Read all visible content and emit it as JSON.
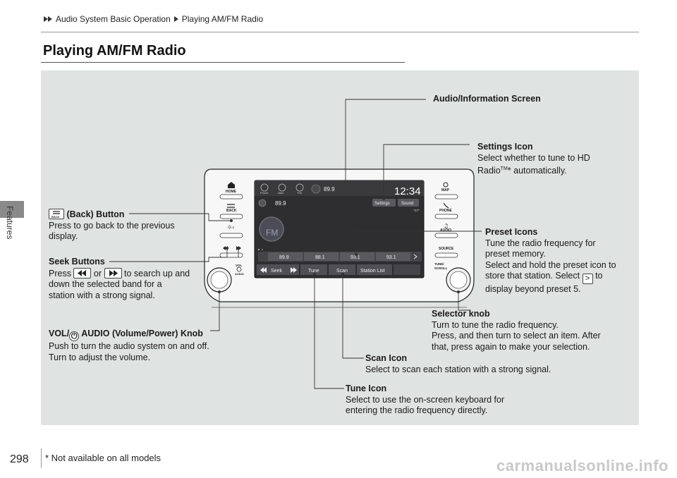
{
  "breadcrumb": {
    "part1": "Audio System Basic Operation",
    "part2": "Playing AM/FM Radio"
  },
  "side_label": "Features",
  "page_title": "Playing AM/FM Radio",
  "page_number": "298",
  "footnote": "* Not available on all models",
  "watermark": "carmanualsonline.info",
  "screen": {
    "status_freq": "89.9",
    "clock": "12:34",
    "station": "89.9",
    "band": "FM",
    "st_label": "\"ST\"",
    "top_icons": [
      "Phone",
      "Navi",
      "FM"
    ],
    "settings_label": "Settings",
    "sound_label": "Sound",
    "presets": [
      "89.9",
      "88.1",
      "93.1",
      "93.1"
    ],
    "bottom": {
      "seek": "Seek",
      "tune": "Tune",
      "scan": "Scan",
      "station_list": "Station List"
    }
  },
  "unit_labels": {
    "home": "HOME",
    "back": "BACK",
    "map": "MAP",
    "phone": "PHONE",
    "audio": "AUDIO",
    "source": "SOURCE",
    "tune_scroll_1": "TUNE/",
    "tune_scroll_2": "SCROLL",
    "vol_1": "VOL",
    "vol_2": "AUDIO"
  },
  "annotations": {
    "audio_screen": {
      "title": "Audio/Information Screen"
    },
    "settings_icon": {
      "title": "Settings Icon",
      "line1": "Select whether to tune to HD",
      "line2_pre": "Radio",
      "tm": "TM",
      "line2_post": "* automatically."
    },
    "back_button": {
      "title": "(Back) Button",
      "line1": "Press to go back to the previous",
      "line2": "display."
    },
    "preset_icons": {
      "title": "Preset Icons",
      "line1": "Tune the radio frequency for",
      "line2": "preset memory.",
      "line3": "Select and hold the preset icon to",
      "line4_pre": "store that station. Select",
      "line4_post": "to",
      "line5": "display beyond preset 5."
    },
    "seek_buttons": {
      "title": "Seek Buttons",
      "line1_pre": "Press",
      "line1_mid": "or",
      "line1_post": "to search up and",
      "line2": "down the selected band for a",
      "line3": "station with a strong signal."
    },
    "selector_knob": {
      "title": "Selector knob",
      "line1": "Turn to tune the radio frequency.",
      "line2": "Press, and then turn to select an item. After",
      "line3": "that, press again to make your selection."
    },
    "vol_knob": {
      "title_pre": "VOL/",
      "title_post": "AUDIO (Volume/Power) Knob",
      "line1": "Push to turn the audio system on and off.",
      "line2": "Turn to adjust the volume."
    },
    "scan_icon": {
      "title": "Scan Icon",
      "line1": "Select to scan each station with a strong signal."
    },
    "tune_icon": {
      "title": "Tune Icon",
      "line1": "Select to use the on-screen keyboard for",
      "line2": "entering the radio frequency directly."
    }
  }
}
